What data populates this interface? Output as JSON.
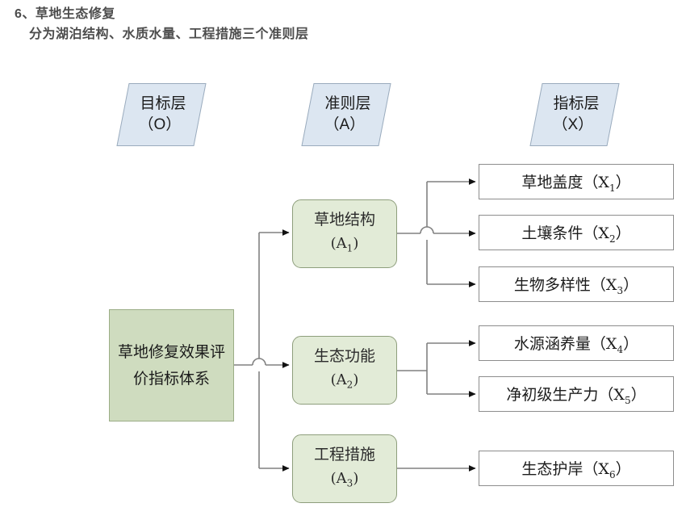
{
  "heading": {
    "line1": "6、草地生态修复",
    "line2": "分为湖泊结构、水质水量、工程措施三个准则层"
  },
  "colors": {
    "layer_header_fill": "#dce6f1",
    "layer_header_border": "#9aabbd",
    "goal_fill": "#cfdcbf",
    "goal_border": "#9bad86",
    "criteria_fill": "#e2ebd7",
    "criteria_border": "#8e9e7c",
    "indicator_fill": "#ffffff",
    "indicator_border": "#8d8d8d",
    "connector": "#808080",
    "heading_text": "#4d4d4d"
  },
  "layer_headers": [
    {
      "title": "目标层",
      "code": "（O）"
    },
    {
      "title": "准则层",
      "code": "（A）"
    },
    {
      "title": "指标层",
      "code": "（X）"
    }
  ],
  "goal": {
    "label": "草地修复效果评价指标体系"
  },
  "criteria": [
    {
      "label": "草地结构",
      "code": "A",
      "sub": "1"
    },
    {
      "label": "生态功能",
      "code": "A",
      "sub": "2"
    },
    {
      "label": "工程措施",
      "code": "A",
      "sub": "3"
    }
  ],
  "indicators": [
    {
      "label": "草地盖度（X",
      "code": "1",
      "tail": "）"
    },
    {
      "label": "土壤条件（X",
      "code": "2",
      "tail": "）"
    },
    {
      "label": "生物多样性（X",
      "code": "3",
      "tail": "）"
    },
    {
      "label": "水源涵养量（X",
      "code": "4",
      "tail": "）"
    },
    {
      "label": "净初级生产力（X",
      "code": "5",
      "tail": "）"
    },
    {
      "label": "生态护岸（X",
      "code": "6",
      "tail": "）"
    }
  ]
}
